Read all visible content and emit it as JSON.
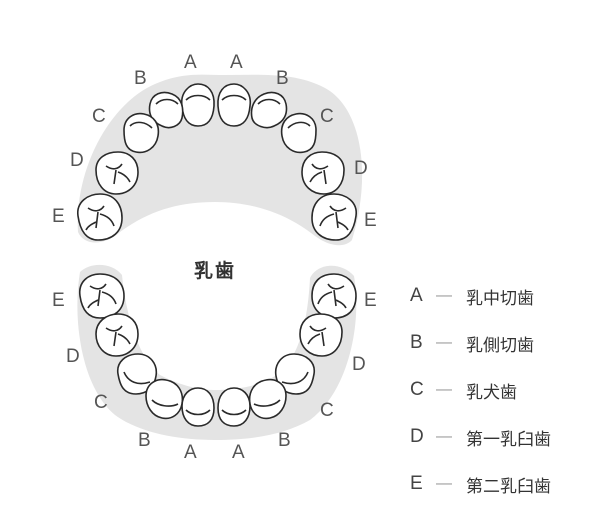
{
  "title": "乳歯",
  "upper_labels": [
    "A",
    "A",
    "B",
    "B",
    "C",
    "C",
    "D",
    "D",
    "E",
    "E"
  ],
  "lower_labels": [
    "E",
    "E",
    "D",
    "D",
    "C",
    "C",
    "B",
    "B",
    "A",
    "A"
  ],
  "legend": [
    {
      "letter": "A",
      "dash": "—",
      "name": "乳中切歯"
    },
    {
      "letter": "B",
      "dash": "—",
      "name": "乳側切歯"
    },
    {
      "letter": "C",
      "dash": "—",
      "name": "乳犬歯"
    },
    {
      "letter": "D",
      "dash": "—",
      "name": "第一乳臼歯"
    },
    {
      "letter": "E",
      "dash": "—",
      "name": "第二乳臼歯"
    }
  ],
  "colors": {
    "gum": "#e4e4e4",
    "tooth_fill": "#ffffff",
    "tooth_stroke": "#2a2a2a"
  }
}
